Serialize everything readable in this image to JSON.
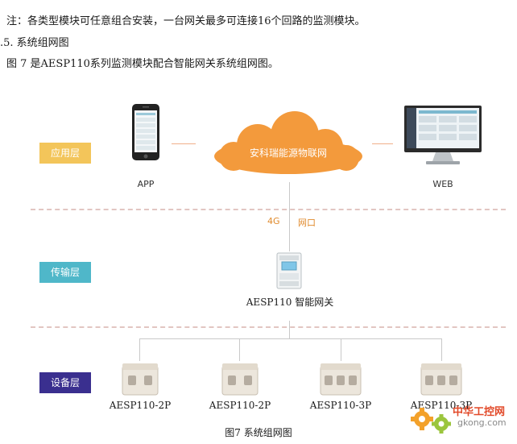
{
  "intro": {
    "note": "注：各类型模块可任意组合安装，一台网关最多可连接16个回路的监测模块。",
    "section_heading": ".5.  系统组网图",
    "figure_intro": "图 7 是AESP110系列监测模块配合智能网关系统组网图。"
  },
  "layers": {
    "application": "应用层",
    "transport": "传输层",
    "device": "设备层"
  },
  "app_layer": {
    "app_label": "APP",
    "cloud_label": "安科瑞能源物联网",
    "web_label": "WEB"
  },
  "protocols": {
    "left": "4G",
    "right": "网口"
  },
  "gateway": {
    "label": "AESP110 智能网关"
  },
  "modules": [
    {
      "label": "AESP110-2P"
    },
    {
      "label": "AESP110-2P"
    },
    {
      "label": "AESP110-3P"
    },
    {
      "label": "AESP110-3P"
    }
  ],
  "caption": "图7 系统组网图",
  "watermark": {
    "brand": "中华工控网",
    "url": "gkong.com"
  },
  "colors": {
    "application_badge": "#f3c55a",
    "transport_badge": "#4fb7c9",
    "device_badge": "#3a2f8f",
    "cloud": "#f39a3c",
    "protocol_text": "#e08a2c"
  }
}
